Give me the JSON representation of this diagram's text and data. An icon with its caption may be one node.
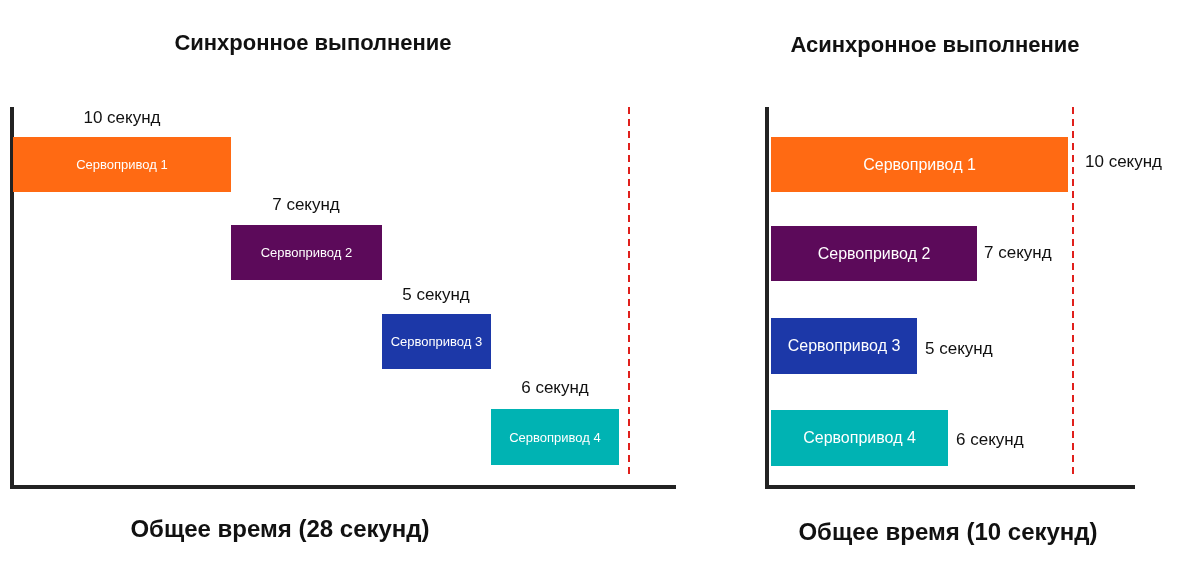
{
  "diagram": {
    "nodes": [
      {
        "text": [
          "Сервопривод 1"
        ],
        "beside": [
          "10 секунд"
        ]
      },
      {
        "text": [
          "Сервопривод 2"
        ],
        "beside": [
          "7 секунд"
        ]
      },
      {
        "text": [
          "Сервопривод 3"
        ],
        "beside": [
          "5 секунд"
        ]
      },
      {
        "text": [
          "Сервопривод 4"
        ],
        "beside": [
          "6 секунд"
        ]
      },
      {
        "text": [
          "Сервопривод 1"
        ],
        "beside": [
          "10 секунд"
        ]
      },
      {
        "text": [
          "Сервопривод 2"
        ],
        "beside": [
          "7 секунд"
        ]
      },
      {
        "text": [
          "Сервопривод 3"
        ],
        "beside": [
          "5 секунд"
        ]
      },
      {
        "text": [
          "Сервопривод 4"
        ],
        "beside": [
          "6 секунд"
        ]
      }
    ],
    "labels": [
      "Синхронное выполнение",
      "Асинхронное выполнение",
      "Общее время (28 секунд)",
      "Общее время (10 секунд)"
    ]
  }
}
